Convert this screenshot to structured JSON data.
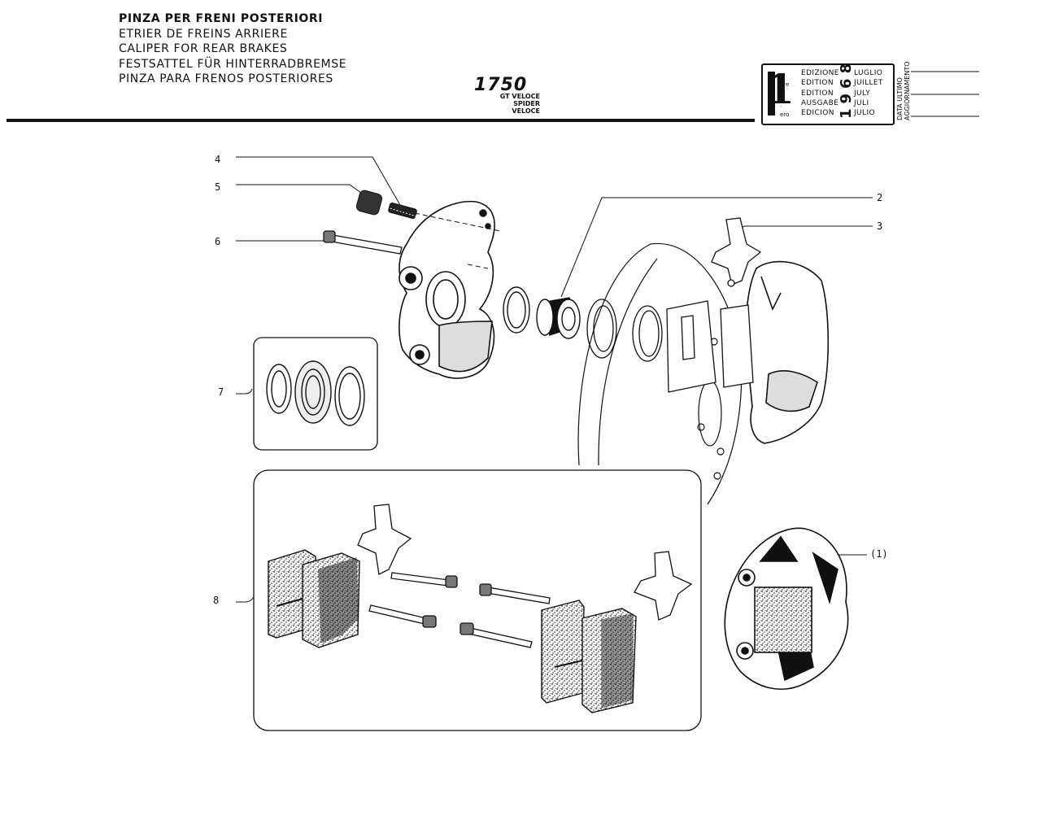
{
  "header": {
    "titles": [
      "PINZA PER FRENI POSTERIORI",
      "ETRIER DE FREINS ARRIERE",
      "CALIPER FOR REAR BRAKES",
      "FESTSATTEL FÜR HINTERRADBREMSE",
      "PINZA PARA FRENOS POSTERIORES"
    ],
    "model": "1750",
    "variants": [
      "GT VELOCE",
      "SPIDER VELOCE"
    ]
  },
  "edition": {
    "number": "1",
    "ordinals": [
      "o",
      "ere",
      "st",
      ".",
      "ero"
    ],
    "labels": [
      "EDIZIONE",
      "EDITION",
      "EDITION",
      "AUSGABE",
      "EDICION"
    ],
    "year": "1968",
    "months": [
      "LUGLIO",
      "JUILLET",
      "JULY",
      "JULI",
      "JULIO"
    ],
    "update_label_lines": [
      "DATA ULTIMO",
      "AGGIORNAMENTO"
    ]
  },
  "callouts": [
    "4",
    "5",
    "6",
    "7",
    "8",
    "2",
    "3",
    "(1)"
  ]
}
